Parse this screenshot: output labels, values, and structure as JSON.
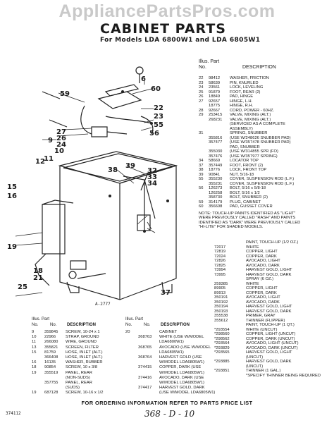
{
  "watermark": "AppliancePartsPros.com",
  "title": "CABINET PARTS",
  "subtitle": "For Models LDA 6800W1 and LDA 6805W1",
  "right_list": {
    "headers": {
      "illus": "Illus. Part",
      "no1": "No.",
      "no2": "No.",
      "desc": "DESCRIPTION"
    },
    "rows": [
      [
        "22",
        "98412",
        "WASHER, FRICTION"
      ],
      [
        "23",
        "58639",
        "PIN, KNURLED"
      ],
      [
        "24",
        "23561",
        "LOCK, LEVELING"
      ],
      [
        "25",
        "91879",
        "FOOT, REAR (2)"
      ],
      [
        "26",
        "18849",
        "PAD, HINGE"
      ],
      [
        "27",
        "92657",
        "HINGE, L.H."
      ],
      [
        "",
        "18775",
        "HINGE, R.H."
      ],
      [
        "28",
        "92667",
        "CORD, POWER - 60HZ."
      ],
      [
        "29",
        "253415",
        "VALVE, MIXING (ALT.)"
      ],
      [
        "",
        "268231",
        "VALVE, MIXING (ALT.)"
      ],
      [
        "",
        "",
        "(SERVICED AS A COMPLETE"
      ],
      [
        "",
        "",
        "ASSEMBLY)"
      ],
      [
        "31",
        "",
        "SPRING, SNUBBER"
      ],
      [
        "",
        "355816",
        "(USE W/248626 SNUBBER PAD)"
      ],
      [
        "",
        "357477",
        "(USE W/357478 SNUBBER PAD)"
      ],
      [
        "",
        "",
        "PAD, SNUBBER"
      ],
      [
        "",
        "355030",
        "(USE W/314855 SPR (FO)"
      ],
      [
        "",
        "357476",
        "(USE W/357977 SPRING)"
      ],
      [
        "34",
        "58669",
        "LOCATOR TOP"
      ],
      [
        "37",
        "357449",
        "FOOT, FRONT (2)"
      ],
      [
        "38",
        "18776",
        "LOCK, FRONT TOP"
      ],
      [
        "39",
        "90841",
        "NUT, 5/16-18"
      ],
      [
        "55",
        "355230",
        "COVER, SUSPENSION ROD (L.F.)"
      ],
      [
        "",
        "355231",
        "COVER, SUSPENSION ROD (L.F.)"
      ],
      [
        "56",
        "126273",
        "BOLT, 5/16 x 5/8-18"
      ],
      [
        "",
        "126258",
        "BOLT, 5/16 x 1/2"
      ],
      [
        "",
        "358730",
        "BOLT, SNUBBER (2)"
      ],
      [
        "59",
        "314179",
        "PLUG, CABINET"
      ],
      [
        "60",
        "356608",
        "PAD, GUSSET COVER"
      ]
    ],
    "note": "NOTE: TOUCH-UP PAINTS IDENTIFIED AS \"LIGHT\" WERE PREVIOUSLY CALLED \"RASH\" AND PAINTS IDENTIFIED AS \"DARK\" WERE PREVIOUSLY CALLED \"HI-LITE\" FOR SHADED MODELS."
  },
  "finish_list": [
    [
      "",
      "PAINT, TOUCH-UP (1/2 OZ.)"
    ],
    [
      "72017",
      "WHITE"
    ],
    [
      "72819",
      "COPPER, LIGHT"
    ],
    [
      "72024",
      "COPPER, DARK"
    ],
    [
      "72826",
      "AVOCADO, LIGHT"
    ],
    [
      "72825",
      "AVOCADO, DARK"
    ],
    [
      "73994",
      "HARVEST GOLD, LIGHT"
    ],
    [
      "73995",
      "HARVEST GOLD, DARK"
    ],
    [
      "",
      "SPRAY (6 OZ.)"
    ],
    [
      "259385",
      "WHITE"
    ],
    [
      "89905",
      "COPPER, LIGHT"
    ],
    [
      "89913",
      "COPPER, DARK"
    ],
    [
      "350191",
      "AVOCADO, LIGHT"
    ],
    [
      "350192",
      "AVOCADO, DARK"
    ],
    [
      "350194",
      "HARVEST GOLD, LIGHT"
    ],
    [
      "350193",
      "HARVEST GOLD, DARK"
    ],
    [
      "355538",
      "PRIMER, GRAY"
    ],
    [
      "355612",
      "THINNER (FLIPPER)"
    ],
    [
      "",
      "PAINT, TOUCH-UP (1 QT.)"
    ],
    [
      "*293554",
      "WHITE (UNCUT)"
    ],
    [
      "*298560",
      "COPPER, LIGHT (UNCUT)"
    ],
    [
      "*298562",
      "COPPER, DARK (UNCUT)"
    ],
    [
      "*293564",
      "AVOCADO, LIGHT (UNCUT)"
    ],
    [
      "*293829",
      "AVOCADO, DARK (UNCUT)"
    ],
    [
      "*293565",
      "HARVEST GOLD, LIGHT"
    ],
    [
      "",
      "(UNCUT)"
    ],
    [
      "*293885",
      "HARVEST GOLD, DARK"
    ],
    [
      "",
      "(UNCUT)"
    ],
    [
      "*293851",
      "THINNER (1 GAL.)"
    ],
    [
      "",
      "*SPECIFY THINNER BEING REQUIRED"
    ]
  ],
  "table1": {
    "headers": {
      "illus": "Illus. Part",
      "no1": "No.",
      "no2": "No.",
      "desc": "DESCRIPTION"
    },
    "rows": [
      [
        "9",
        "359845",
        "SCREW, 10-24 x 1"
      ],
      [
        "10",
        "22966",
        "STRAP, GROUND"
      ],
      [
        "11",
        "266080",
        "WIRE, GROUND"
      ],
      [
        "13",
        "355821",
        "SCREEN, FILTER"
      ],
      [
        "15",
        "81759",
        "HOSE, INLET (ALT.)"
      ],
      [
        "",
        "366408",
        "HOSE, INLET (ALT.)"
      ],
      [
        "16",
        "16135",
        "WASHER, RUBBER"
      ],
      [
        "18",
        "90854",
        "SCREW, 10 x 3/8"
      ],
      [
        "19",
        "355519",
        "PANEL, REAR"
      ],
      [
        "",
        "",
        "(NON-SUDS)"
      ],
      [
        "",
        "357755",
        "PANEL, REAR"
      ],
      [
        "",
        "",
        "(SUDS)"
      ],
      [
        "19",
        "687128",
        "SCREW, 10-16 x 1/2"
      ]
    ]
  },
  "table2": {
    "headers": {
      "illus": "Illus. Part",
      "no1": "No.",
      "no2": "No.",
      "desc": "DESCRIPTION"
    },
    "rows": [
      [
        "20",
        "",
        "CABINET"
      ],
      [
        "",
        "368763",
        "WHITE (USE W/MODEL"
      ],
      [
        "",
        "",
        "LDA6800W1)"
      ],
      [
        "",
        "368765",
        "AVOCADO (USE W/MODEL"
      ],
      [
        "",
        "",
        "LDA6805W1)"
      ],
      [
        "",
        "368764",
        "HARVEST GOLD (USE"
      ],
      [
        "",
        "",
        "W/MODEL LDA6805W1)"
      ],
      [
        "",
        "374415",
        "COPPER, DARK (USE"
      ],
      [
        "",
        "",
        "W/MODEL LDA6805W1)"
      ],
      [
        "",
        "374416",
        "AVOCADO, DARK (USE"
      ],
      [
        "",
        "",
        "W/MODEL LDA6805W1)"
      ],
      [
        "",
        "374417",
        "HARVEST GOLD, DARK"
      ],
      [
        "",
        "",
        "(USE W/MODEL LDA6805W1)"
      ]
    ]
  },
  "callouts": [
    "59",
    "6",
    "60",
    "22",
    "23",
    "55",
    "56",
    "27",
    "26",
    "9",
    "24",
    "10",
    "11",
    "39",
    "12",
    "38",
    "32",
    "33",
    "34",
    "15",
    "16",
    "19",
    "18",
    "21",
    "25",
    "37"
  ],
  "figure_id": "A-2777",
  "footer": "FOR ORDERING INFORMATION REFER TO PARTS PRICE LIST",
  "page_number": "374112",
  "handwritten": "368 - D - 10"
}
